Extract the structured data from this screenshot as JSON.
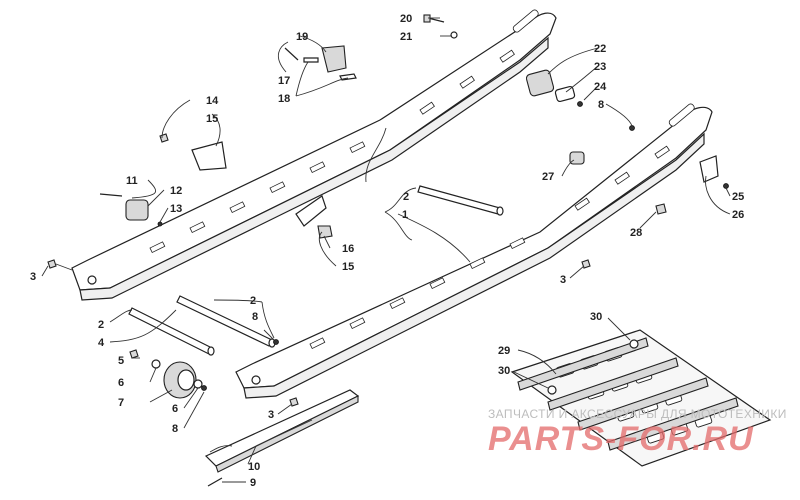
{
  "callouts": [
    {
      "id": "c1",
      "label": "1"
    },
    {
      "id": "c2a",
      "label": "2"
    },
    {
      "id": "c2b",
      "label": "2"
    },
    {
      "id": "c2c",
      "label": "2"
    },
    {
      "id": "c3a",
      "label": "3"
    },
    {
      "id": "c3b",
      "label": "3"
    },
    {
      "id": "c3c",
      "label": "3"
    },
    {
      "id": "c4",
      "label": "4"
    },
    {
      "id": "c5",
      "label": "5"
    },
    {
      "id": "c6a",
      "label": "6"
    },
    {
      "id": "c6b",
      "label": "6"
    },
    {
      "id": "c7",
      "label": "7"
    },
    {
      "id": "c8a",
      "label": "8"
    },
    {
      "id": "c8b",
      "label": "8"
    },
    {
      "id": "c8c",
      "label": "8"
    },
    {
      "id": "c9",
      "label": "9"
    },
    {
      "id": "c10",
      "label": "10"
    },
    {
      "id": "c11",
      "label": "11"
    },
    {
      "id": "c12",
      "label": "12"
    },
    {
      "id": "c13",
      "label": "13"
    },
    {
      "id": "c14",
      "label": "14"
    },
    {
      "id": "c15a",
      "label": "15"
    },
    {
      "id": "c15b",
      "label": "15"
    },
    {
      "id": "c16",
      "label": "16"
    },
    {
      "id": "c17",
      "label": "17"
    },
    {
      "id": "c18",
      "label": "18"
    },
    {
      "id": "c19",
      "label": "19"
    },
    {
      "id": "c20",
      "label": "20"
    },
    {
      "id": "c21",
      "label": "21"
    },
    {
      "id": "c22",
      "label": "22"
    },
    {
      "id": "c23",
      "label": "23"
    },
    {
      "id": "c24",
      "label": "24"
    },
    {
      "id": "c25",
      "label": "25"
    },
    {
      "id": "c26",
      "label": "26"
    },
    {
      "id": "c27",
      "label": "27"
    },
    {
      "id": "c28",
      "label": "28"
    },
    {
      "id": "c29",
      "label": "29"
    },
    {
      "id": "c30a",
      "label": "30"
    },
    {
      "id": "c30b",
      "label": "30"
    }
  ],
  "watermark": {
    "caption": "ЗАПЧАСТИ И АКСЕССУАРЫ ДЛЯ МОТОТЕХНИКИ",
    "logo": "PARTS-FOR.RU"
  },
  "colors": {
    "logo": "#e46a6a",
    "caption": "#bdbdbd",
    "line": "#222222"
  }
}
